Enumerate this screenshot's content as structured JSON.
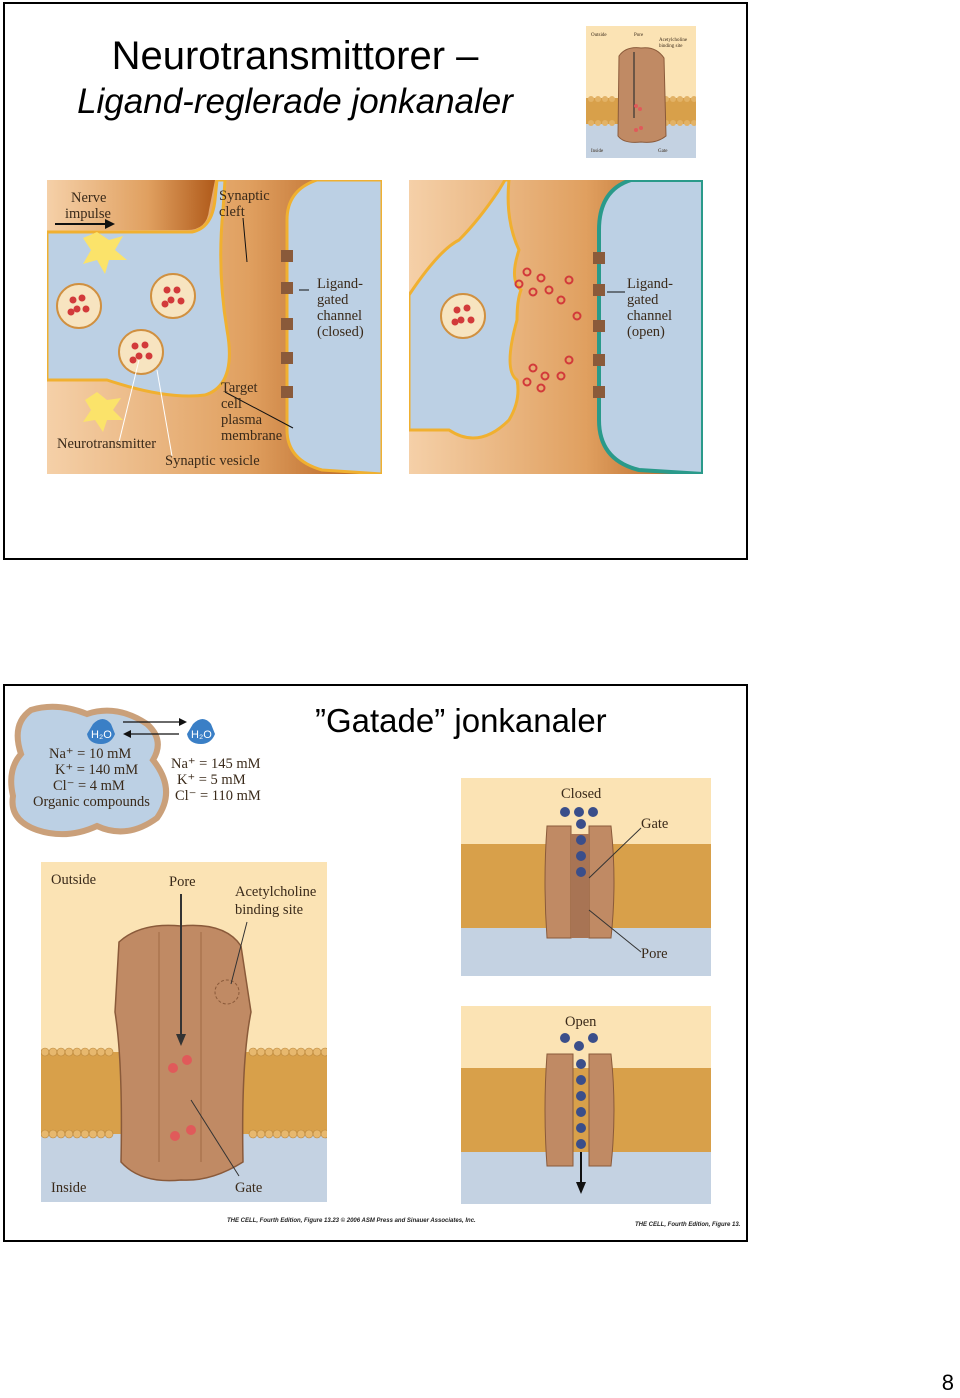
{
  "slide1": {
    "title_line1": "Neurotransmittorer –",
    "title_line2": "Ligand-reglerade jonkanaler",
    "thumb": {
      "outside": "Outside",
      "pore": "Pore",
      "binding1": "Acetylcholine",
      "binding2": "binding site",
      "inside": "Inside",
      "gate": "Gate"
    },
    "left_figure": {
      "nerve1": "Nerve",
      "nerve2": "impulse",
      "cleft1": "Synaptic",
      "cleft2": "cleft",
      "lig1": "Ligand-",
      "lig2": "gated",
      "lig3": "channel",
      "lig4": "(closed)",
      "target1": "Target",
      "target2": "cell",
      "target3": "plasma",
      "target4": "membrane",
      "neuro": "Neurotransmitter",
      "vesicle": "Synaptic vesicle"
    },
    "right_figure": {
      "lig1": "Ligand-",
      "lig2": "gated",
      "lig3": "channel",
      "lig4": "(open)"
    }
  },
  "slide2": {
    "title": "”Gatade” jonkanaler",
    "cell": {
      "water": "H₂O",
      "in_na": "Na⁺ = 10 mM",
      "in_k": "K⁺ = 140 mM",
      "in_cl": "Cl⁻ = 4 mM",
      "in_org": "Organic compounds",
      "out_na": "Na⁺ = 145 mM",
      "out_k": "K⁺ = 5 mM",
      "out_cl": "Cl⁻ = 110 mM"
    },
    "channel": {
      "outside": "Outside",
      "pore": "Pore",
      "binding1": "Acetylcholine",
      "binding2": "binding site",
      "inside": "Inside",
      "gate": "Gate"
    },
    "closed": {
      "label": "Closed",
      "gate": "Gate",
      "pore": "Pore"
    },
    "open": {
      "label": "Open"
    },
    "credit_left": "THE CELL, Fourth Edition, Figure 13.23  © 2006 ASM Press and Sinauer Associates, Inc.",
    "credit_right": "THE CELL, Fourth Edition, Figure 13."
  },
  "page_number": "8"
}
